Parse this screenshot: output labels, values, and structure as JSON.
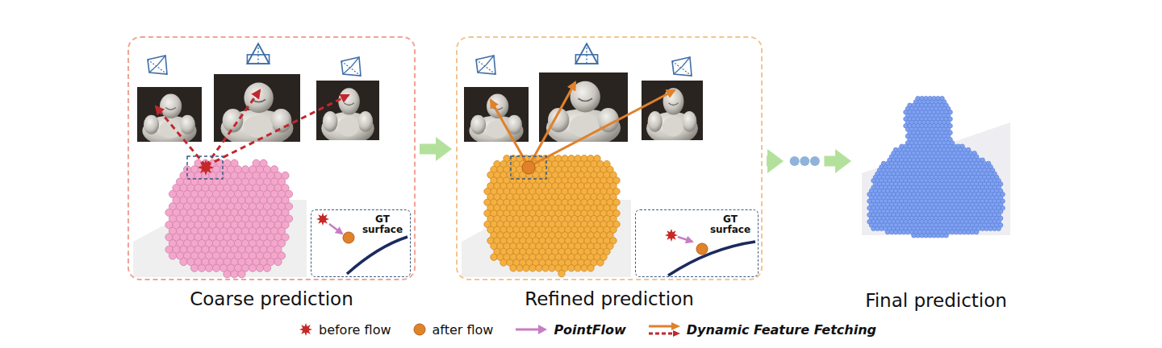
{
  "diagram": {
    "nodes": [
      {
        "text": [
          "Coarse prediction"
        ]
      },
      {
        "text": [
          "GT surface"
        ],
        "in": 0
      },
      {
        "text": [
          "Refined prediction"
        ]
      },
      {
        "text": [
          "GT surface"
        ],
        "in": 2
      },
      {
        "text": [
          "Final prediction"
        ]
      }
    ],
    "edges": [
      {
        "from": 0,
        "to": 2,
        "arrow": "to"
      },
      {
        "from": 2,
        "to": 4,
        "arrow": "to"
      }
    ],
    "legend": [
      {
        "text": "before flow"
      },
      {
        "text": "after flow"
      },
      {
        "text": "PointFlow"
      },
      {
        "text": "Dynamic Feature Fetching"
      }
    ]
  }
}
